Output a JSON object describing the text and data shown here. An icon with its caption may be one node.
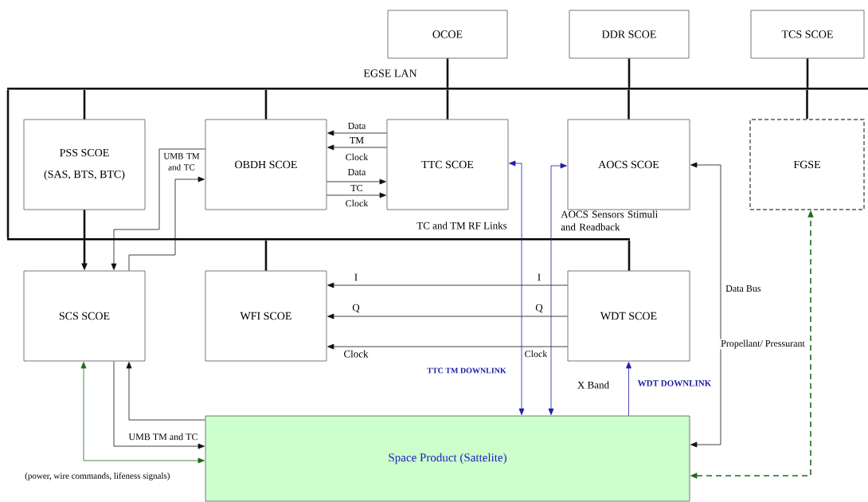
{
  "diagram": {
    "nodes": [
      {
        "text": [
          "OCOE"
        ]
      },
      {
        "text": [
          "DDR SCOE"
        ]
      },
      {
        "text": [
          "TCS SCOE"
        ]
      },
      {
        "text": [
          "EGSE LAN"
        ]
      },
      {
        "text": [
          "PSS SCOE",
          "(SAS, BTS, BTC)"
        ]
      },
      {
        "text": [
          "OBDH SCOE"
        ]
      },
      {
        "text": [
          "TTC SCOE"
        ]
      },
      {
        "text": [
          "AOCS SCOE"
        ]
      },
      {
        "text": [
          "FGSE"
        ]
      },
      {
        "text": [
          "SCS SCOE"
        ]
      },
      {
        "text": [
          "WFI SCOE"
        ]
      },
      {
        "text": [
          "WDT SCOE"
        ]
      },
      {
        "text": [
          "Space Product (Sattelite)"
        ]
      },
      {
        "text": [],
        "shape": "bar"
      }
    ],
    "edges": [
      {
        "from": 0,
        "to": 3,
        "arrow": "none",
        "style": "thick"
      },
      {
        "from": 1,
        "to": 3,
        "arrow": "none",
        "style": "thick"
      },
      {
        "from": 2,
        "to": 3,
        "arrow": "none",
        "style": "thick"
      },
      {
        "from": 4,
        "to": 3,
        "arrow": "none",
        "style": "thick"
      },
      {
        "from": 5,
        "to": 3,
        "arrow": "none",
        "style": "thick"
      },
      {
        "from": 6,
        "to": 3,
        "arrow": "none",
        "style": "thick"
      },
      {
        "from": 7,
        "to": 3,
        "arrow": "none",
        "style": "thick"
      },
      {
        "from": 8,
        "to": 3,
        "arrow": "none",
        "style": "thick"
      },
      {
        "from": 4,
        "to": 9,
        "arrow": "to",
        "style": "thick"
      },
      {
        "from": 6,
        "to": 5,
        "arrow": "to"
      },
      {
        "from": 6,
        "to": 5,
        "arrow": "to"
      },
      {
        "from": 5,
        "to": 6,
        "arrow": "to"
      },
      {
        "from": 5,
        "to": 6,
        "arrow": "to"
      },
      {
        "from": 5,
        "to": 9,
        "arrow": "to"
      },
      {
        "from": 9,
        "to": 5,
        "arrow": "to"
      },
      {
        "from": 10,
        "to": 13,
        "arrow": "none",
        "style": "thick"
      },
      {
        "from": 11,
        "to": 13,
        "arrow": "none",
        "style": "thick"
      },
      {
        "from": 11,
        "to": 10,
        "arrow": "to"
      },
      {
        "from": 11,
        "to": 10,
        "arrow": "to"
      },
      {
        "from": 11,
        "to": 10,
        "arrow": "to"
      },
      {
        "from": 6,
        "to": 12,
        "arrow": "both",
        "color": "#1f1fa8"
      },
      {
        "from": 12,
        "to": 7,
        "arrow": "both",
        "color": "#1f1fa8"
      },
      {
        "from": 12,
        "to": 11,
        "arrow": "to",
        "color": "#1f1fa8"
      },
      {
        "from": 9,
        "to": 12,
        "arrow": "to"
      },
      {
        "from": 12,
        "to": 9,
        "arrow": "to"
      },
      {
        "from": 9,
        "to": 12,
        "arrow": "both",
        "color": "#1d6b1d"
      },
      {
        "from": 12,
        "to": 7,
        "arrow": "both",
        "label": "Data Bus"
      },
      {
        "from": 12,
        "to": 8,
        "arrow": "both",
        "style": "dashed",
        "color": "#1d6b1d",
        "label": "Propellant/ Pressurant"
      },
      {
        "from": 3,
        "to": 13,
        "arrow": "none",
        "style": "thick"
      }
    ],
    "labels": [
      "UMB TM and TC",
      "Data",
      "TM",
      "Clock",
      "Data",
      "TC",
      "Clock",
      "TC and TM RF Links",
      "AOCS Sensors Stimuli and Readback",
      "I",
      "I",
      "Q",
      "Q",
      "Clock",
      "Clock",
      "TTC TM DOWNLINK",
      "X Band",
      "WDT DOWNLINK",
      "UMB TM and TC",
      "(power, wire commands, lifeness signals)"
    ]
  }
}
